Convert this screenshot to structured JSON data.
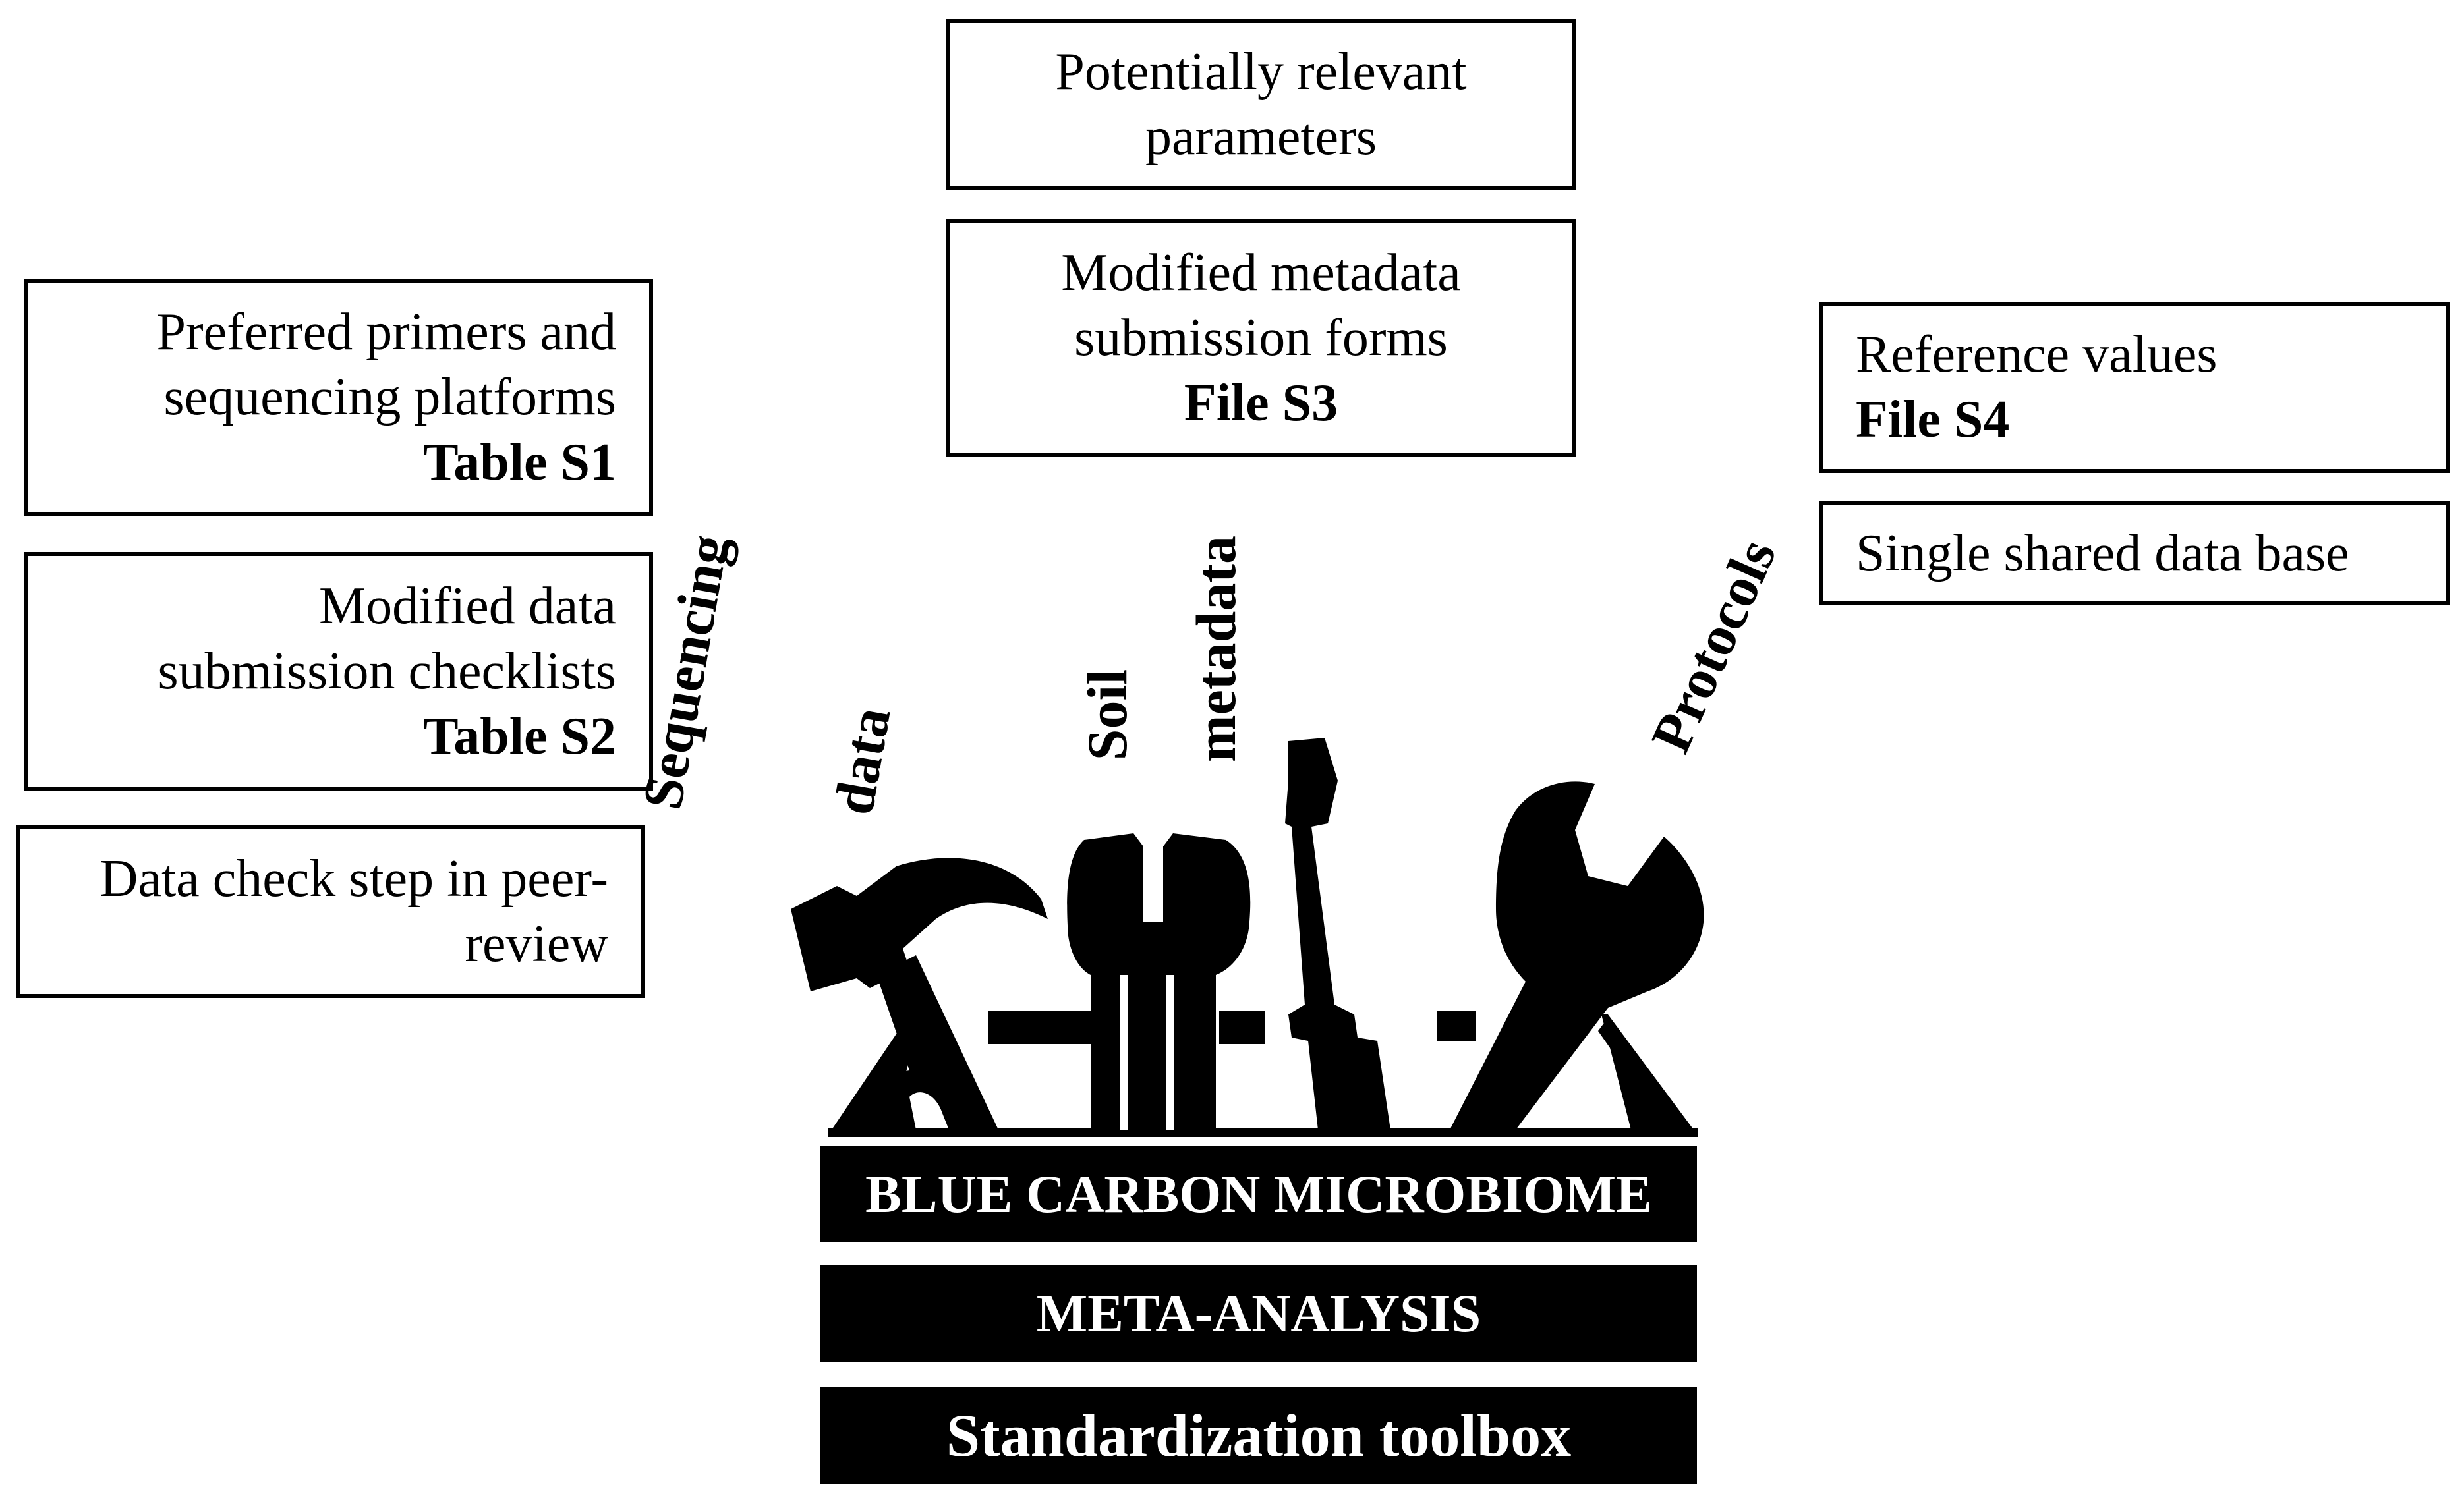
{
  "boxes": {
    "primers": {
      "line1": "Preferred primers and",
      "line2": "sequencing platforms",
      "ref": "Table S1"
    },
    "checklists": {
      "line1": "Modified data",
      "line2": "submission checklists",
      "ref": "Table S2"
    },
    "peer_review": {
      "line1": "Data check step in peer-",
      "line2": "review"
    },
    "parameters": {
      "line1": "Potentially relevant",
      "line2": "parameters"
    },
    "forms": {
      "line1": "Modified metadata",
      "line2": "submission forms",
      "ref": "File S3"
    },
    "reference": {
      "line1": "Reference values",
      "ref": "File S4"
    },
    "database": {
      "line1": "Single shared data base"
    }
  },
  "tool_labels": {
    "sequencing": "Sequencing",
    "data": "data",
    "soil": "Soil",
    "metadata": "metadata",
    "protocols": "Protocols"
  },
  "banners": {
    "blue_carbon": "BLUE CARBON MICROBIOME",
    "meta_analysis": "META-ANALYSIS",
    "toolbox": "Standardization toolbox"
  },
  "icons": [
    "hammer-icon",
    "open-wrench-icon",
    "screwdriver-icon",
    "wrench-icon",
    "toolbox-icon"
  ],
  "colors": {
    "ink": "#000000",
    "background": "#ffffff",
    "banner_text": "#ffffff"
  }
}
